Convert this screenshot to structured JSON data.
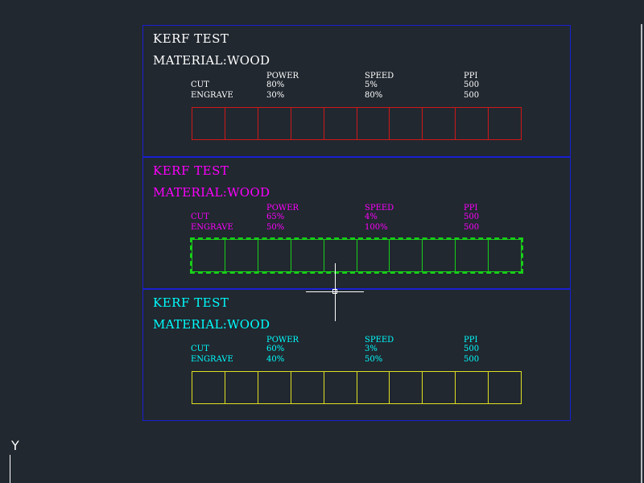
{
  "panels": [
    {
      "title": "KERF TEST",
      "material": "MATERIAL:WOOD",
      "headers": {
        "power": "POWER",
        "speed": "SPEED",
        "ppi": "PPI"
      },
      "rows": [
        {
          "label": "CUT",
          "power": "80%",
          "speed": "5%",
          "ppi": "500"
        },
        {
          "label": "ENGRAVE",
          "power": "30%",
          "speed": "80%",
          "ppi": "500"
        }
      ],
      "text_color": "#ffffff",
      "grid_color": "#d01818",
      "grid_cells": 10
    },
    {
      "title": "KERF TEST",
      "material": "MATERIAL:WOOD",
      "headers": {
        "power": "POWER",
        "speed": "SPEED",
        "ppi": "PPI"
      },
      "rows": [
        {
          "label": "CUT",
          "power": "65%",
          "speed": "4%",
          "ppi": "500"
        },
        {
          "label": "ENGRAVE",
          "power": "50%",
          "speed": "100%",
          "ppi": "500"
        }
      ],
      "text_color": "#ff00ff",
      "grid_color": "#18d018",
      "grid_cells": 10,
      "selected": true
    },
    {
      "title": "KERF TEST",
      "material": "MATERIAL:WOOD",
      "headers": {
        "power": "POWER",
        "speed": "SPEED",
        "ppi": "PPI"
      },
      "rows": [
        {
          "label": "CUT",
          "power": "60%",
          "speed": "3%",
          "ppi": "500"
        },
        {
          "label": "ENGRAVE",
          "power": "40%",
          "speed": "50%",
          "ppi": "500"
        }
      ],
      "text_color": "#00ffff",
      "grid_color": "#e0e020",
      "grid_cells": 10
    }
  ],
  "ucs": {
    "y_label": "Y"
  },
  "colors": {
    "background": "#212830",
    "panel_border": "#1a1fd0"
  }
}
